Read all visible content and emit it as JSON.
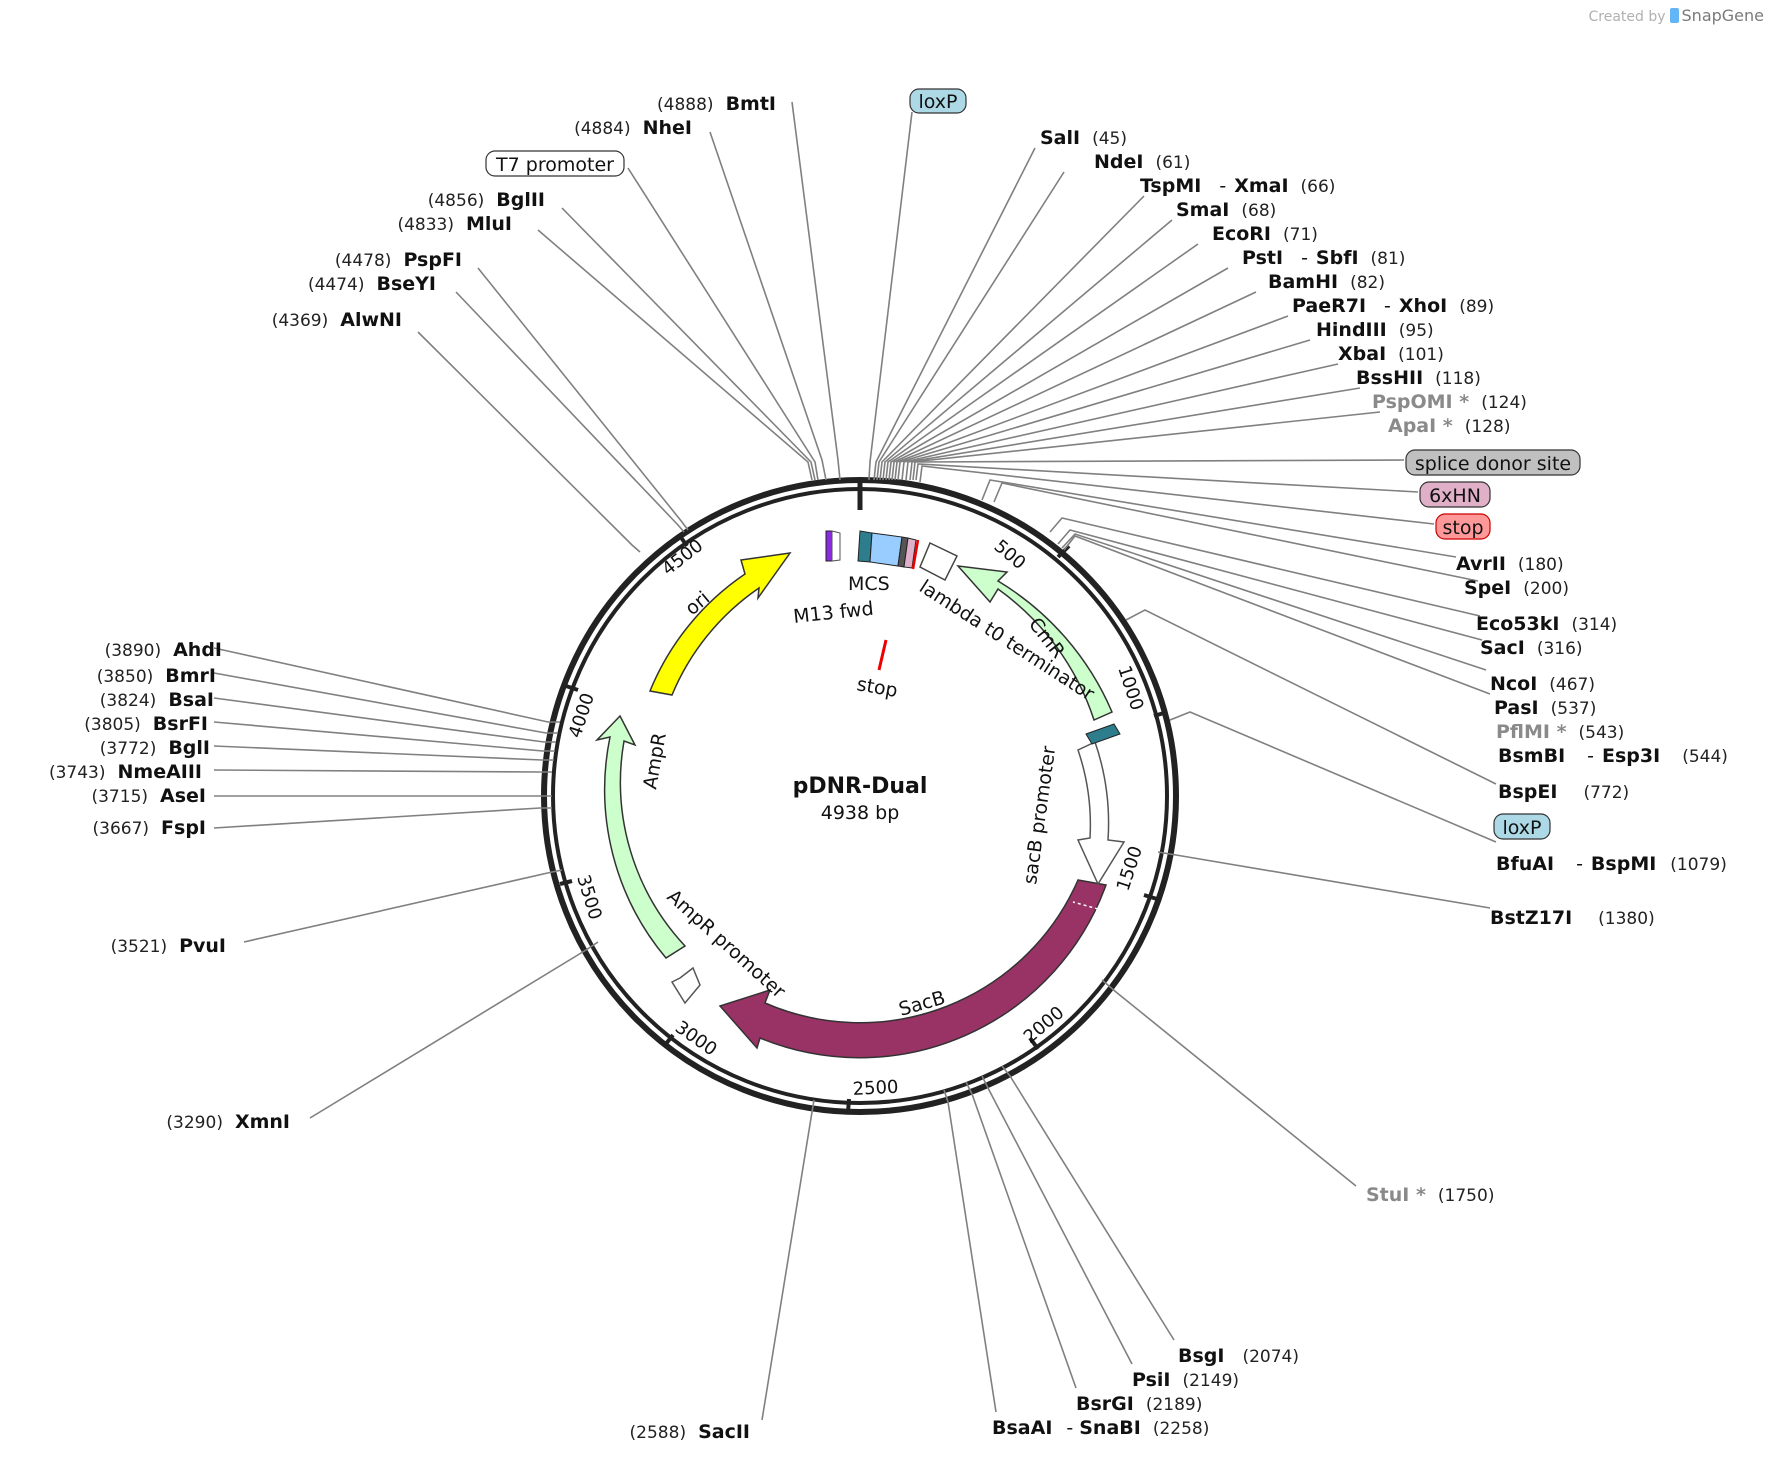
{
  "watermark": {
    "prefix": "Created by",
    "brand": "SnapGene"
  },
  "plasmid": {
    "name": "pDNR-Dual",
    "size": "4938 bp",
    "length": 4938
  },
  "colors": {
    "ori": "#ffff00",
    "cmr": "#ccffcc",
    "ampr": "#ccffcc",
    "sacb": "#993366",
    "mcs": "#99ccff",
    "loxp": "#add8e6",
    "spliceDonor": "#c0c0c0",
    "sixHN": "#e0b0c8",
    "stop": "#ff9999",
    "m13": "#8a2be2",
    "teal": "#2e7d8c"
  },
  "ticks": [
    "500",
    "1000",
    "1500",
    "2000",
    "2500",
    "3000",
    "3500",
    "4000",
    "4500"
  ],
  "features": {
    "ori": "ori",
    "cmr": "CmR",
    "ampr": "AmpR",
    "sacb": "SacB",
    "mcs": "MCS",
    "m13": "M13 fwd",
    "lambda": "lambda t0 terminator",
    "sacbPromoter": "sacB promoter",
    "amprPromoter": "AmpR promoter",
    "stopInner": "stop"
  },
  "tags": {
    "loxpTop": "loxP",
    "t7": "T7 promoter",
    "spliceDonor": "splice donor site",
    "sixHN": "6xHN",
    "stop": "stop",
    "loxpRight": "loxP"
  },
  "sites": {
    "BmtI": {
      "name": "BmtI",
      "pos": "(4888)"
    },
    "NheI": {
      "name": "NheI",
      "pos": "(4884)"
    },
    "BglII": {
      "name": "BglII",
      "pos": "(4856)"
    },
    "MluI": {
      "name": "MluI",
      "pos": "(4833)"
    },
    "PspFI": {
      "name": "PspFI",
      "pos": "(4478)"
    },
    "BseYI": {
      "name": "BseYI",
      "pos": "(4474)"
    },
    "AlwNI": {
      "name": "AlwNI",
      "pos": "(4369)"
    },
    "SalI": {
      "name": "SalI",
      "pos": "(45)"
    },
    "NdeI": {
      "name": "NdeI",
      "pos": "(61)"
    },
    "TspMI": {
      "name": "TspMI",
      "sep": "-",
      "name2": "XmaI",
      "pos": "(66)"
    },
    "SmaI": {
      "name": "SmaI",
      "pos": "(68)"
    },
    "EcoRI": {
      "name": "EcoRI",
      "pos": "(71)"
    },
    "PstI": {
      "name": "PstI",
      "sep": "-",
      "name2": "SbfI",
      "pos": "(81)"
    },
    "BamHI": {
      "name": "BamHI",
      "pos": "(82)"
    },
    "PaeR7I": {
      "name": "PaeR7I",
      "sep": "-",
      "name2": "XhoI",
      "pos": "(89)"
    },
    "HindIII": {
      "name": "HindIII",
      "pos": "(95)"
    },
    "XbaI": {
      "name": "XbaI",
      "pos": "(101)"
    },
    "BssHII": {
      "name": "BssHII",
      "pos": "(118)"
    },
    "PspOMI": {
      "name": "PspOMI *",
      "pos": "(124)"
    },
    "ApaI": {
      "name": "ApaI *",
      "pos": "(128)"
    },
    "AvrII": {
      "name": "AvrII",
      "pos": "(180)"
    },
    "SpeI": {
      "name": "SpeI",
      "pos": "(200)"
    },
    "Eco53kI": {
      "name": "Eco53kI",
      "pos": "(314)"
    },
    "SacI": {
      "name": "SacI",
      "pos": "(316)"
    },
    "NcoI": {
      "name": "NcoI",
      "pos": "(467)"
    },
    "PasI": {
      "name": "PasI",
      "pos": "(537)"
    },
    "PflMI": {
      "name": "PflMI *",
      "pos": "(543)"
    },
    "BsmBI": {
      "name": "BsmBI",
      "sep": "-",
      "name2": "Esp3I",
      "pos": "(544)"
    },
    "BspEI": {
      "name": "BspEI",
      "pos": "(772)"
    },
    "BfuAI": {
      "name": "BfuAI",
      "sep": "-",
      "name2": "BspMI",
      "pos": "(1079)"
    },
    "BstZ17I": {
      "name": "BstZ17I",
      "pos": "(1380)"
    },
    "StuI": {
      "name": "StuI *",
      "pos": "(1750)"
    },
    "BsgI": {
      "name": "BsgI",
      "pos": "(2074)"
    },
    "PsiI": {
      "name": "PsiI",
      "pos": "(2149)"
    },
    "BsrGI": {
      "name": "BsrGI",
      "pos": "(2189)"
    },
    "BsaAI": {
      "name": "BsaAI",
      "sep": "-",
      "name2": "SnaBI",
      "pos": "(2258)"
    },
    "SacII": {
      "name": "SacII",
      "pos": "(2588)"
    },
    "XmnI": {
      "name": "XmnI",
      "pos": "(3290)"
    },
    "PvuI": {
      "name": "PvuI",
      "pos": "(3521)"
    },
    "FspI": {
      "name": "FspI",
      "pos": "(3667)"
    },
    "AseI": {
      "name": "AseI",
      "pos": "(3715)"
    },
    "NmeAIII": {
      "name": "NmeAIII",
      "pos": "(3743)"
    },
    "BglI": {
      "name": "BglI",
      "pos": "(3772)"
    },
    "BsrFI": {
      "name": "BsrFI",
      "pos": "(3805)"
    },
    "BsaI": {
      "name": "BsaI",
      "pos": "(3824)"
    },
    "BmrI": {
      "name": "BmrI",
      "pos": "(3850)"
    },
    "AhdI": {
      "name": "AhdI",
      "pos": "(3890)"
    }
  }
}
